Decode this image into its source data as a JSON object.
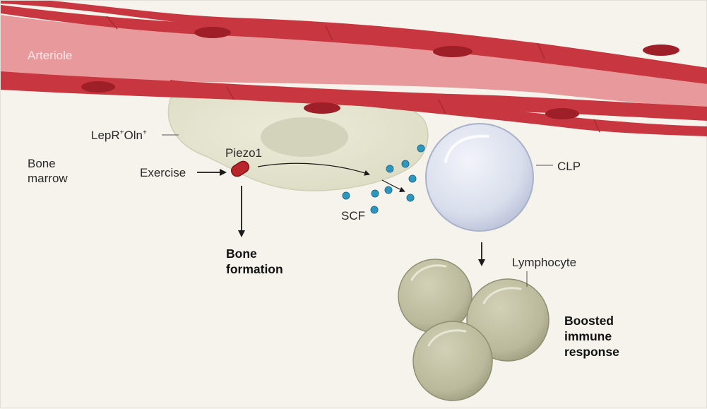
{
  "labels": {
    "arteriole": "Arteriole",
    "bone_marrow_line1": "Bone",
    "bone_marrow_line2": "marrow",
    "lepr_main1": "LepR",
    "lepr_sup1": "+",
    "lepr_main2": "Oln",
    "lepr_sup2": "+",
    "piezo1": "Piezo1",
    "exercise": "Exercise",
    "scf": "SCF",
    "clp": "CLP",
    "lymphocyte": "Lymphocyte",
    "bone_formation_line1": "Bone",
    "bone_formation_line2": "formation",
    "boosted_line1": "Boosted",
    "boosted_line2": "immune",
    "boosted_line3": "response"
  },
  "colors": {
    "background": "#f5f3ec",
    "vessel_wall": "#c8363f",
    "vessel_lumen": "#e8999b",
    "cell_body": "#e4e4cf",
    "clp_cell": "#dde2ef",
    "scf_dot": "#2f97bd",
    "piezo": "#b8262b",
    "lymphocyte": "#bdbc9f"
  }
}
